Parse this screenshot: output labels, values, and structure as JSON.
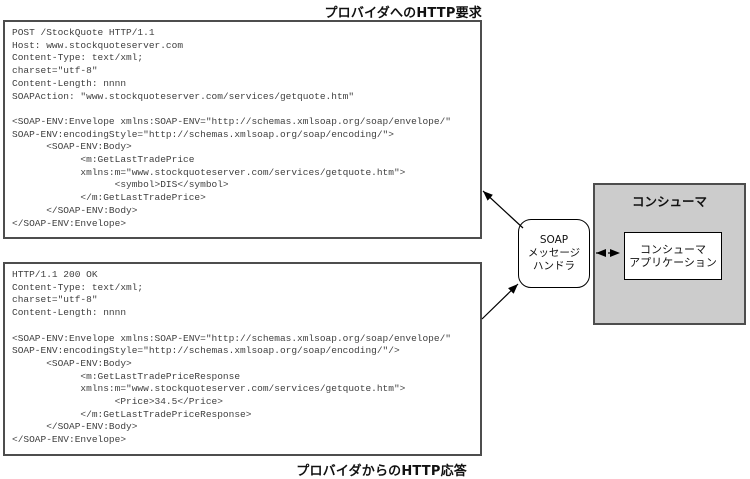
{
  "diagram": {
    "request": {
      "title": "プロバイダへのHTTP要求",
      "code": "POST /StockQuote HTTP/1.1\nHost: www.stockquoteserver.com\nContent-Type: text/xml;\ncharset=\"utf-8\"\nContent-Length: nnnn\nSOAPAction: \"www.stockquoteserver.com/services/getquote.htm\"\n\n<SOAP-ENV:Envelope xmlns:SOAP-ENV=\"http://schemas.xmlsoap.org/soap/envelope/\"\nSOAP-ENV:encodingStyle=\"http://schemas.xmlsoap.org/soap/encoding/\">\n      <SOAP-ENV:Body>\n            <m:GetLastTradePrice\n            xmlns:m=\"www.stockquoteserver.com/services/getquote.htm\">\n                  <symbol>DIS</symbol>\n            </m:GetLastTradePrice>\n      </SOAP-ENV:Body>\n</SOAP-ENV:Envelope>"
    },
    "response": {
      "title": "プロバイダからのHTTP応答",
      "code": "HTTP/1.1 200 OK\nContent-Type: text/xml;\ncharset=\"utf-8\"\nContent-Length: nnnn\n\n<SOAP-ENV:Envelope xmlns:SOAP-ENV=\"http://schemas.xmlsoap.org/soap/envelope/\"\nSOAP-ENV:encodingStyle=\"http://schemas.xmlsoap.org/soap/encoding/\"/>\n      <SOAP-ENV:Body>\n            <m:GetLastTradePriceResponse\n            xmlns:m=\"www.stockquoteserver.com/services/getquote.htm\">\n                  <Price>34.5</Price>\n            </m:GetLastTradePriceResponse>\n      </SOAP-ENV:Body>\n</SOAP-ENV:Envelope>"
    },
    "soap_handler": {
      "label": "SOAP\nメッセージ\nハンドラ"
    },
    "consumer": {
      "title": "コンシューマ",
      "application": {
        "label": "コンシューマ\nアプリケーション"
      }
    },
    "colors": {
      "code_box_border": "#4d4d4d",
      "consumer_fill": "#cccccc",
      "consumer_border": "#4d4d4d",
      "code_text": "#3f3f3f",
      "node_border": "#000000",
      "arrow": "#000000",
      "background": "#ffffff"
    }
  }
}
